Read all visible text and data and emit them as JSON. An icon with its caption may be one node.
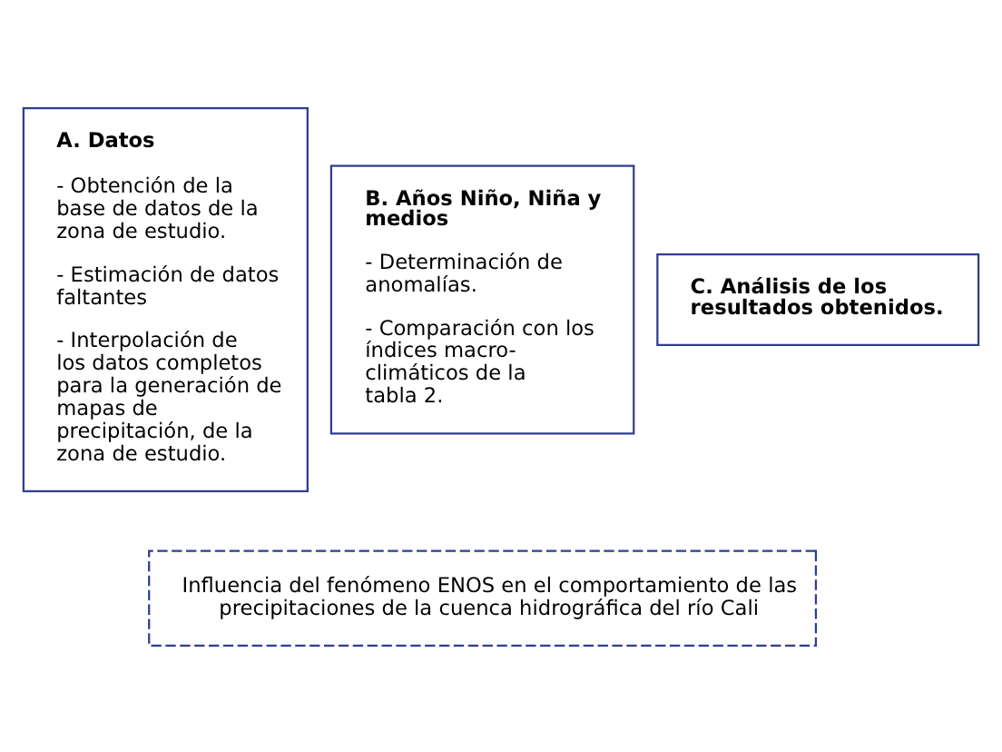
{
  "diagram": {
    "nodes": [
      {
        "text": [
          "A. Datos",
          "- Obtención de la base de datos de la zona de estudio.",
          "- Estimación de datos faltantes",
          "- Interpolación de los datos completos para la generación de mapas de precipitación, de la zona de estudio."
        ]
      },
      {
        "text": [
          "B. Años Niño, Niña y medios",
          "- Determinación de anomalías.",
          "- Comparación con los índices macro-climáticos de la tabla 2."
        ]
      },
      {
        "text": [
          "C. Análisis de los resultados obtenidos."
        ]
      },
      {
        "text": [
          "Influencia del fenómeno ENOS en el comportamiento de las precipitaciones de la cuenca hidrográfica del río Cali"
        ]
      }
    ],
    "edges": []
  }
}
